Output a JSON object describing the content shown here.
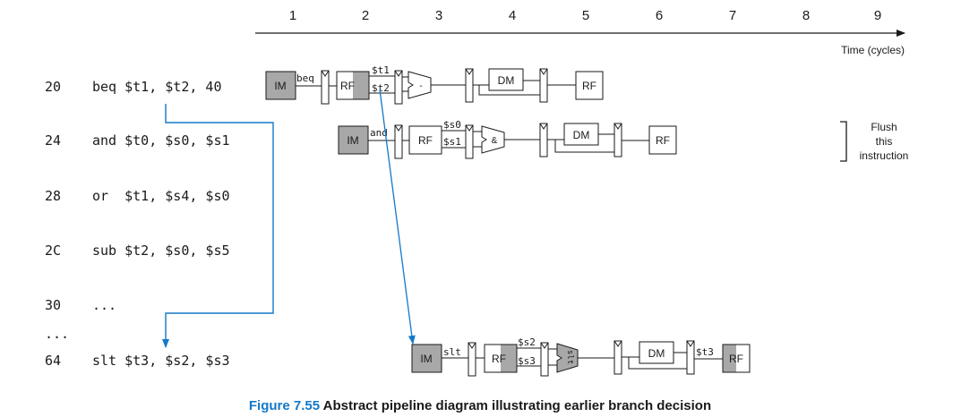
{
  "cycles": [
    "1",
    "2",
    "3",
    "4",
    "5",
    "6",
    "7",
    "8",
    "9"
  ],
  "time_label": "Time (cycles)",
  "instructions": [
    {
      "addr": "20",
      "code": "beq $t1, $t2, 40"
    },
    {
      "addr": "24",
      "code": "and $t0, $s0, $s1"
    },
    {
      "addr": "28",
      "code": "or  $t1, $s4, $s0"
    },
    {
      "addr": "2C",
      "code": "sub $t2, $s0, $s5"
    },
    {
      "addr": "30",
      "code": "..."
    },
    {
      "addr": "...",
      "code": ""
    },
    {
      "addr": "64",
      "code": "slt $t3, $s2, $s3"
    }
  ],
  "pipeline": {
    "beq": {
      "op": "beq",
      "src1": "$t1",
      "src2": "$t2",
      "alu": "-"
    },
    "and": {
      "op": "and",
      "src1": "$s0",
      "src2": "$s1",
      "alu": "&"
    },
    "slt": {
      "op": "slt",
      "src1": "$s2",
      "src2": "$s3",
      "alu": "slt",
      "dest": "$t3"
    }
  },
  "units": {
    "im": "IM",
    "rf": "RF",
    "dm": "DM"
  },
  "flush": {
    "line1": "Flush",
    "line2": "this",
    "line3": "instruction"
  },
  "caption": {
    "number": "Figure 7.55",
    "text": " Abstract pipeline diagram illustrating earlier branch decision"
  },
  "colors": {
    "arrow": "#1478c8",
    "gray_fill": "#a8a8a8",
    "ink": "#1a1a1a"
  }
}
